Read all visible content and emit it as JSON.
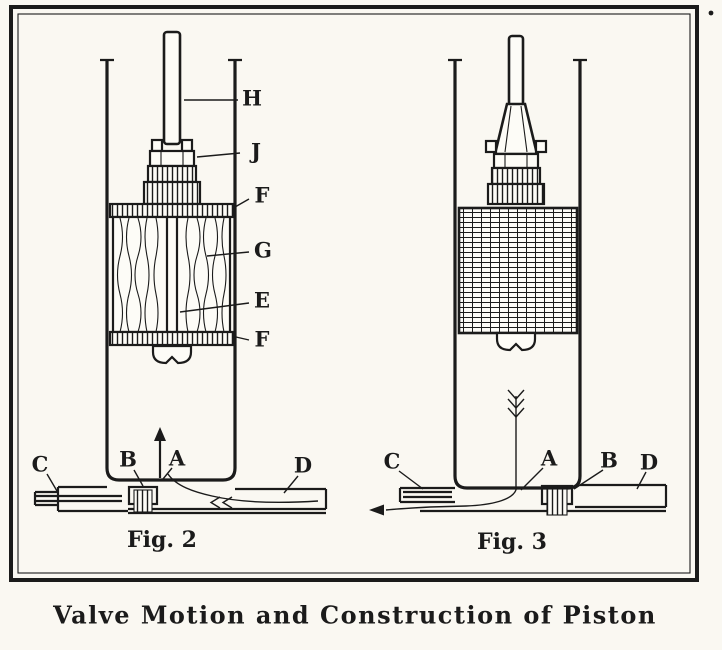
{
  "caption": "Valve Motion and Construction of Piston",
  "ink_color": "#1b1b1b",
  "paper_color": "#faf8f2",
  "figures": {
    "fig2": {
      "title": "Fig. 2",
      "labels": {
        "H": "H",
        "J": "J",
        "F_top": "F",
        "G": "G",
        "E": "E",
        "F_bottom": "F",
        "C": "C",
        "B": "B",
        "A": "A",
        "D": "D"
      }
    },
    "fig3": {
      "title": "Fig. 3",
      "labels": {
        "C": "C",
        "A": "A",
        "B": "B",
        "D": "D"
      }
    }
  }
}
